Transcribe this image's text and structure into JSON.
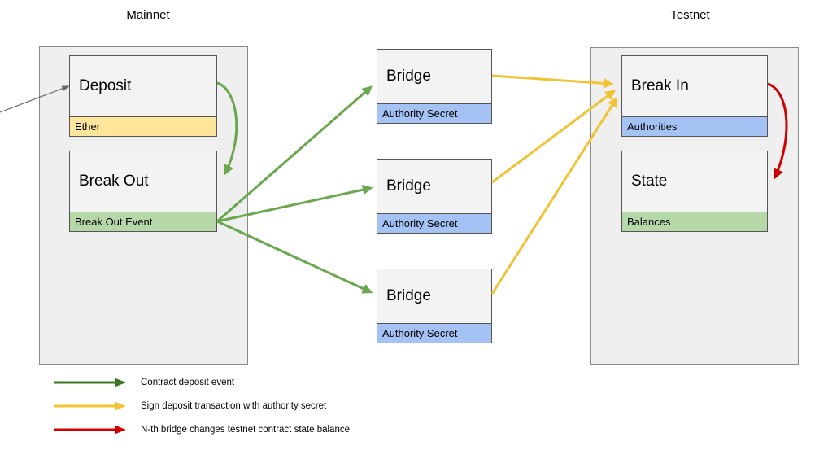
{
  "mainnet": {
    "title": "Mainnet",
    "nodes": [
      {
        "title": "Deposit",
        "band": "Ether",
        "band_color": "#ffe599"
      },
      {
        "title": "Break Out",
        "band": "Break Out Event",
        "band_color": "#b6d7a8"
      }
    ]
  },
  "bridges": [
    {
      "title": "Bridge",
      "band": "Authority Secret",
      "band_color": "#a4c2f4"
    },
    {
      "title": "Bridge",
      "band": "Authority Secret",
      "band_color": "#a4c2f4"
    },
    {
      "title": "Bridge",
      "band": "Authority Secret",
      "band_color": "#a4c2f4"
    }
  ],
  "testnet": {
    "title": "Testnet",
    "nodes": [
      {
        "title": "Break In",
        "band": "Authorities",
        "band_color": "#a4c2f4"
      },
      {
        "title": "State",
        "band": "Balances",
        "band_color": "#b6d7a8"
      }
    ]
  },
  "colors": {
    "arrow_green": "#6aa84f",
    "arrow_yellow": "#f1c232",
    "arrow_red": "#cc0000",
    "arrow_gray": "#666666",
    "band_yellow": "#ffe599",
    "band_green": "#b6d7a8",
    "band_blue": "#a4c2f4",
    "container_fill": "#efefef",
    "node_fill": "#f3f3f3"
  },
  "legend": [
    {
      "color": "#38761d",
      "label": "Contract deposit event"
    },
    {
      "color": "#f1c232",
      "label": "Sign deposit transaction with authority secret"
    },
    {
      "color": "#cc0000",
      "label": "N-th bridge changes testnet contract state balance"
    }
  ]
}
